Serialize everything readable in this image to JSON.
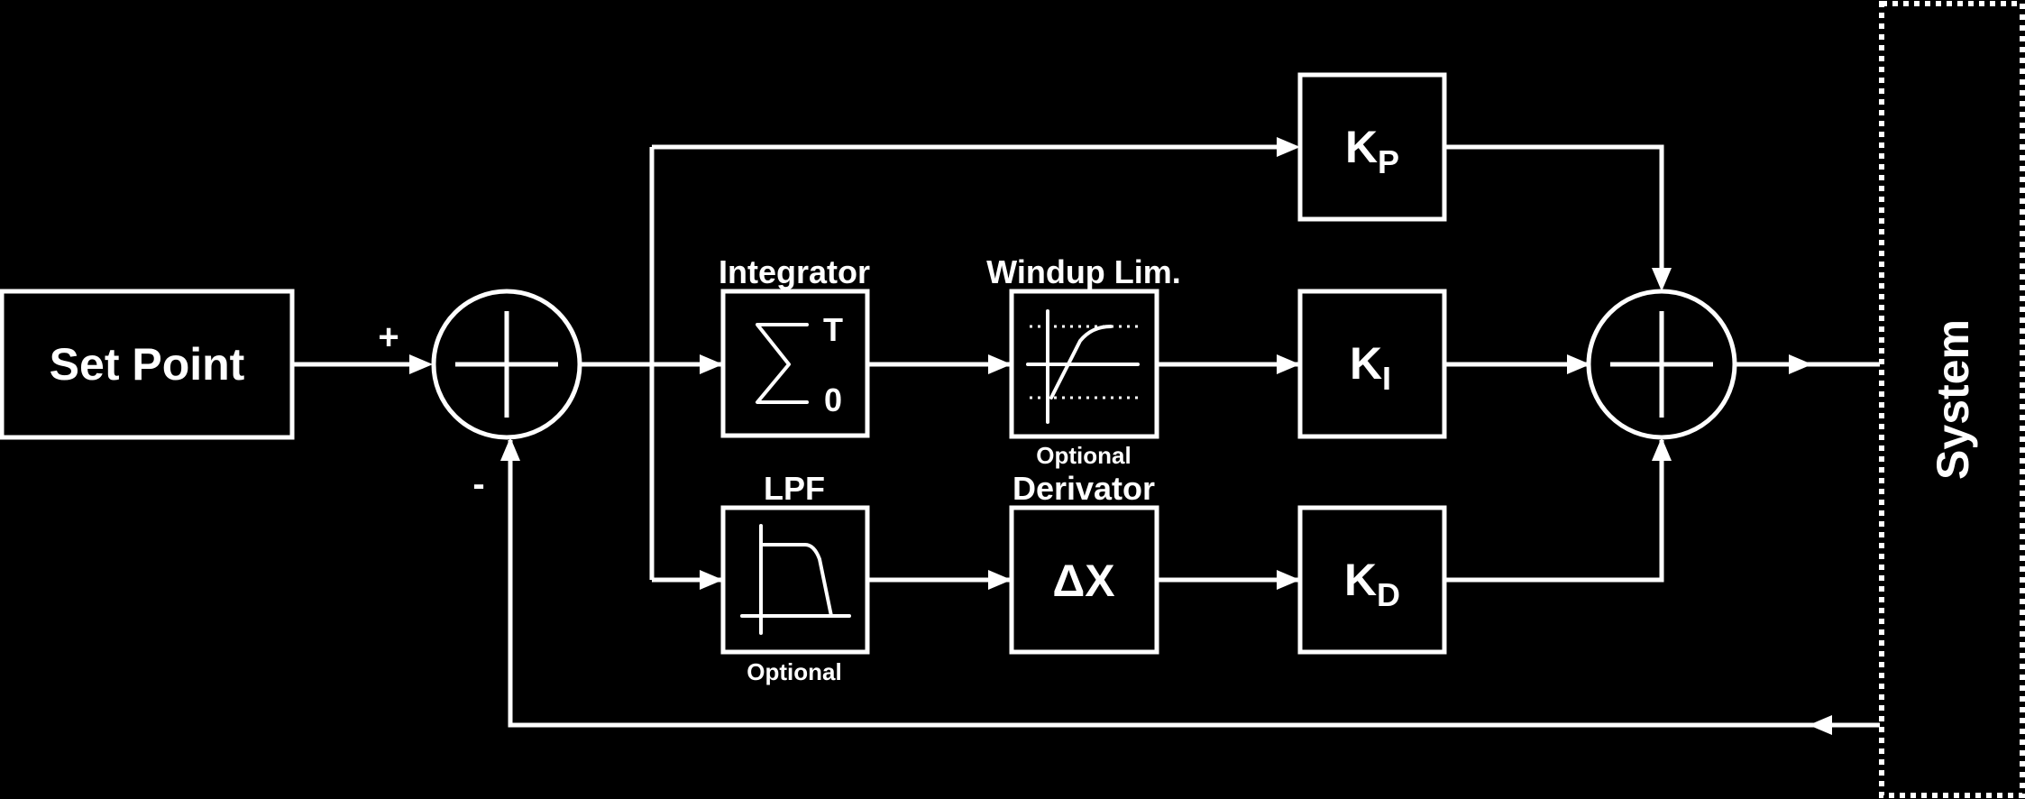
{
  "blocks": {
    "set_point": "Set Point",
    "system": "System",
    "kp": {
      "main": "K",
      "sub": "P"
    },
    "ki": {
      "main": "K",
      "sub": "I"
    },
    "kd": {
      "main": "K",
      "sub": "D"
    },
    "derivator_symbol": "ΔX",
    "integrator_upper_limit": "T",
    "integrator_lower_limit": "0"
  },
  "labels": {
    "integrator": "Integrator",
    "windup": "Windup Lim.",
    "windup_note": "Optional",
    "lpf": "LPF",
    "lpf_note": "Optional",
    "derivator": "Derivator"
  },
  "signs": {
    "plus": "+",
    "minus": "-"
  },
  "colors": {
    "background": "#000000",
    "foreground": "#ffffff"
  }
}
